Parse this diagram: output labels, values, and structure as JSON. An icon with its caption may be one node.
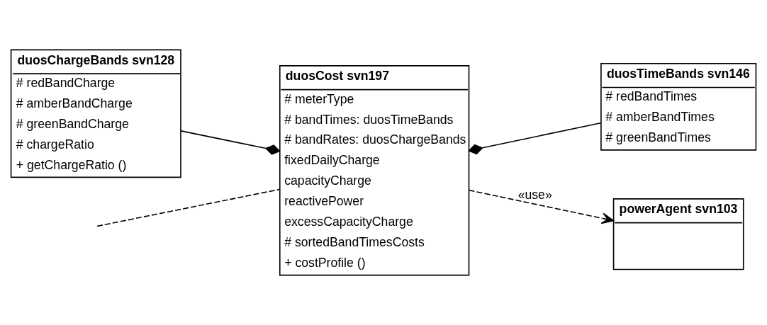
{
  "diagram": {
    "nodes": [
      {
        "text": [
          "duosChargeBands svn128",
          "# redBandCharge",
          "# amberBandCharge",
          "# greenBandCharge",
          "# chargeRatio",
          "+ getChargeRatio ()"
        ]
      },
      {
        "text": [
          "duosCost svn197",
          "# meterType",
          "# bandTimes: duosTimeBands",
          "# bandRates: duosChargeBands",
          "fixedDailyCharge",
          "capacityCharge",
          "reactivePower",
          "excessCapacityCharge",
          "# sortedBandTimesCosts",
          "+ costProfile ()"
        ]
      },
      {
        "text": [
          "duosTimeBands svn146",
          "# redBandTimes",
          "# amberBandTimes",
          "# greenBandTimes"
        ]
      },
      {
        "text": [
          "powerAgent svn103"
        ]
      }
    ],
    "edges": [
      {
        "from": 0,
        "to": 1,
        "arrow": "other"
      },
      {
        "from": 2,
        "to": 1,
        "arrow": "other"
      },
      {
        "from": 1,
        "to": 3,
        "arrow": "to",
        "style": "dashed",
        "label": "«use»"
      },
      {
        "from": null,
        "to": 1,
        "arrow": "none",
        "style": "dashed"
      }
    ]
  }
}
